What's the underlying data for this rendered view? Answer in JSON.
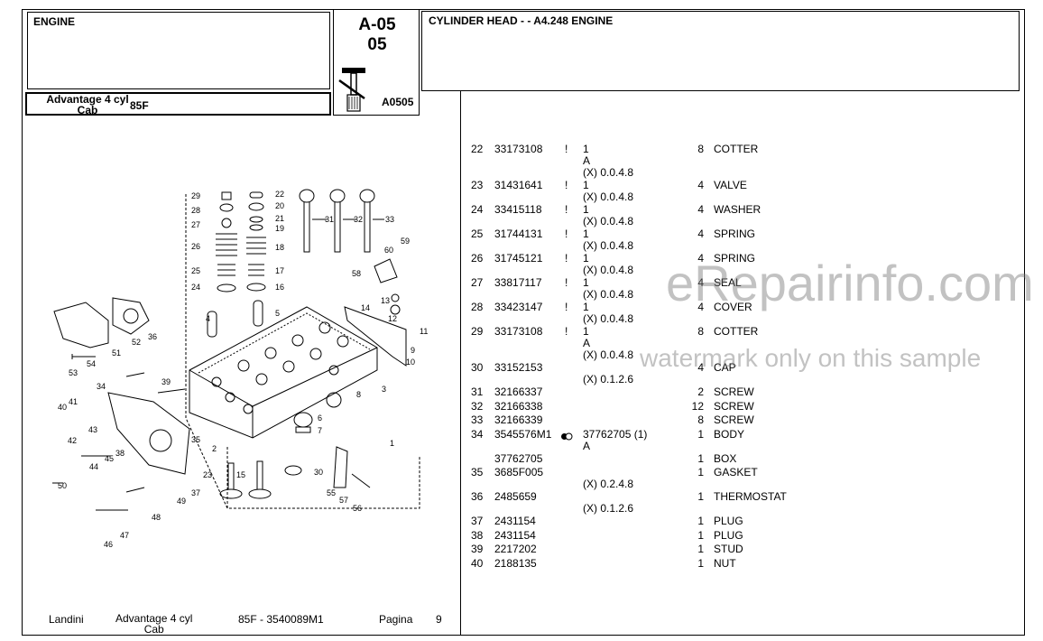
{
  "header": {
    "section": "ENGINE",
    "code_line1": "A-05",
    "code_line2": "05",
    "image_ref": "A0505",
    "title": "CYLINDER HEAD - - A4.248 ENGINE",
    "model_line1": "Advantage 4 cyl",
    "model_line2": "Cab",
    "model_code": "85F"
  },
  "parts": [
    {
      "pos": "22",
      "part": "33173108",
      "mark": "!",
      "note": "1",
      "note2": "A",
      "serial": "(X) 0.0.4.8",
      "qty": "8",
      "desc": "COTTER"
    },
    {
      "pos": "23",
      "part": "31431641",
      "mark": "!",
      "note": "1",
      "serial": "(X) 0.0.4.8",
      "qty": "4",
      "desc": "VALVE"
    },
    {
      "pos": "24",
      "part": "33415118",
      "mark": "!",
      "note": "1",
      "serial": "(X) 0.0.4.8",
      "qty": "4",
      "desc": "WASHER"
    },
    {
      "pos": "25",
      "part": "31744131",
      "mark": "!",
      "note": "1",
      "serial": "(X) 0.0.4.8",
      "qty": "4",
      "desc": "SPRING"
    },
    {
      "pos": "26",
      "part": "31745121",
      "mark": "!",
      "note": "1",
      "serial": "(X) 0.0.4.8",
      "qty": "4",
      "desc": "SPRING"
    },
    {
      "pos": "27",
      "part": "33817117",
      "mark": "!",
      "note": "1",
      "serial": "(X) 0.0.4.8",
      "qty": "4",
      "desc": "SEAL"
    },
    {
      "pos": "28",
      "part": "33423147",
      "mark": "!",
      "note": "1",
      "serial": "(X) 0.0.4.8",
      "qty": "4",
      "desc": "COVER"
    },
    {
      "pos": "29",
      "part": "33173108",
      "mark": "!",
      "note": "1",
      "note2": "A",
      "serial": "(X) 0.0.4.8",
      "qty": "8",
      "desc": "COTTER"
    },
    {
      "pos": "30",
      "part": "33152153",
      "serial": "(X) 0.1.2.6",
      "qty": "4",
      "desc": "CAP"
    },
    {
      "pos": "31",
      "part": "32166337",
      "qty": "2",
      "desc": "SCREW"
    },
    {
      "pos": "32",
      "part": "32166338",
      "qty": "12",
      "desc": "SCREW"
    },
    {
      "pos": "33",
      "part": "32166339",
      "qty": "8",
      "desc": "SCREW"
    },
    {
      "pos": "34",
      "part": "3545576M1",
      "symbol": true,
      "note": "37762705  (1)",
      "note2": "A",
      "qty": "1",
      "desc": "BODY"
    },
    {
      "pos": "",
      "part": "37762705",
      "qty": "1",
      "desc": "BOX"
    },
    {
      "pos": "35",
      "part": "3685F005",
      "serial": "(X) 0.2.4.8",
      "qty": "1",
      "desc": "GASKET"
    },
    {
      "pos": "36",
      "part": "2485659",
      "serial": "(X) 0.1.2.6",
      "qty": "1",
      "desc": "THERMOSTAT"
    },
    {
      "pos": "37",
      "part": "2431154",
      "qty": "1",
      "desc": "PLUG"
    },
    {
      "pos": "38",
      "part": "2431154",
      "qty": "1",
      "desc": "PLUG"
    },
    {
      "pos": "39",
      "part": "2217202",
      "qty": "1",
      "desc": "STUD"
    },
    {
      "pos": "40",
      "part": "2188135",
      "qty": "1",
      "desc": "NUT"
    }
  ],
  "watermark": {
    "line1": "eRepairinfo.com",
    "line2": "watermark only on this sample"
  },
  "footer": {
    "brand": "Landini",
    "model_line1": "Advantage 4 cyl",
    "model_line2": "Cab",
    "catalog": "85F - 3540089M1",
    "page_label": "Pagina",
    "page_number": "9"
  },
  "diagram_labels": [
    "29",
    "28",
    "27",
    "26",
    "25",
    "24",
    "22",
    "20",
    "21",
    "19",
    "18",
    "17",
    "16",
    "4",
    "5",
    "31",
    "32",
    "33",
    "60",
    "59",
    "58",
    "13",
    "14",
    "12",
    "11",
    "9",
    "10",
    "3",
    "6",
    "7",
    "8",
    "1",
    "2",
    "23",
    "15",
    "30",
    "55",
    "56",
    "57",
    "52",
    "36",
    "51",
    "53",
    "54",
    "34",
    "39",
    "40",
    "41",
    "43",
    "42",
    "44",
    "45",
    "38",
    "35",
    "37",
    "49",
    "50",
    "48",
    "47",
    "46"
  ]
}
